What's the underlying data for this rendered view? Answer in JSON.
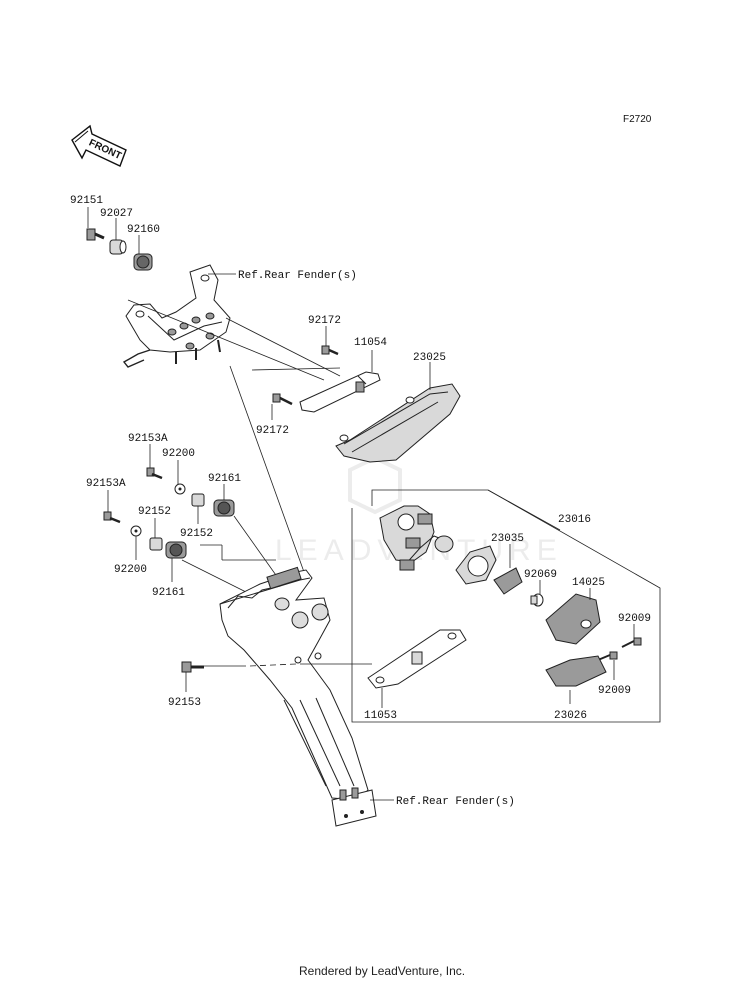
{
  "diagram": {
    "code": "F2720",
    "front_arrow_text": "FRONT",
    "watermark": "LEADVENTURE",
    "footer": "Rendered by LeadVenture, Inc.",
    "refs": {
      "rear_fender_top": "Ref.Rear Fender(s)",
      "rear_fender_bottom": "Ref.Rear Fender(s)"
    },
    "parts": {
      "p92151": "92151",
      "p92027": "92027",
      "p92160": "92160",
      "p92172a": "92172",
      "p11054": "11054",
      "p23025": "23025",
      "p92172b": "92172",
      "p92153A_a": "92153A",
      "p92200_a": "92200",
      "p92161_a": "92161",
      "p92153A_b": "92153A",
      "p92152_a": "92152",
      "p92152_b": "92152",
      "p92200_b": "92200",
      "p92161_b": "92161",
      "p23016": "23016",
      "p23035": "23035",
      "p92069": "92069",
      "p14025": "14025",
      "p92009_a": "92009",
      "p92009_b": "92009",
      "p23026": "23026",
      "p11053": "11053",
      "p92153": "92153"
    }
  }
}
